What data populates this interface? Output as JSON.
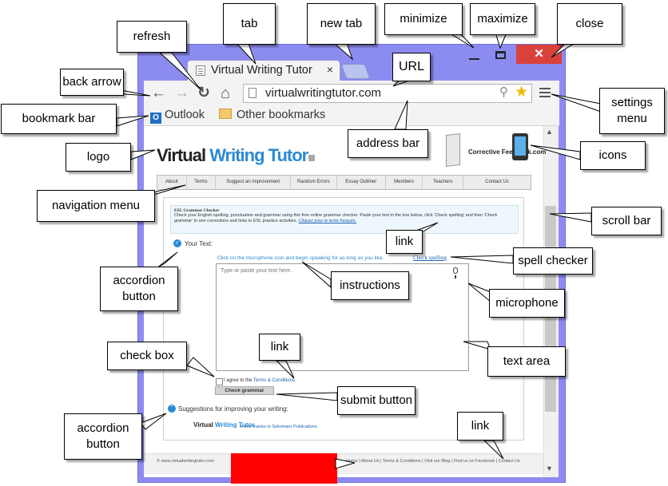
{
  "browser": {
    "tab_title": "Virtual Writing Tutor",
    "tab_close": "×",
    "close_glyph": "✕",
    "url": "virtualwritingtutor.com",
    "nav": {
      "back": "←",
      "forward": "→",
      "refresh": "↻",
      "home": "⌂"
    },
    "bookmarks": {
      "outlook": "Outlook",
      "other": "Other bookmarks",
      "outlook_icon_letter": "O"
    }
  },
  "site": {
    "logo_part1": "Virtual ",
    "logo_part2": "Writing Tutor",
    "corrective_feedback": "Corrective Feedback.com",
    "nav_items": [
      "About",
      "Terms",
      "Suggest an improvement",
      "Random Errors",
      "Essay Outliner",
      "Members",
      "Teachers",
      "Contact Us"
    ],
    "info_title": "ESL Grammar Checker",
    "info_text": "Check your English spelling, punctuation and grammar using this free online grammar checker. Paste your text in the box below, click 'Check spelling' and then 'Check grammar' to see corrections and links to ESL practice activities.",
    "info_link": "Cliquez pour le texte français.",
    "your_text_label": "Your Text:",
    "mic_instructions": "Click on the microphone icon and begin speaking for as long as you like.",
    "check_spelling": "Check spelling",
    "textarea_placeholder": "Type or paste your text here.",
    "agree_prefix": "I agree to the",
    "agree_link": "Terms & Conditions",
    "submit": "Check grammar",
    "suggestions_label": "Suggestions for improving your writing:",
    "suggestions_logo_a": "Virtual ",
    "suggestions_logo_b": "Writing Tutor",
    "suggestions_text": "is free thanks to Sokomaru Publications.",
    "footer_left": "© www.virtualwritingtutor.com",
    "footer_right": "Home | About Us | Terms & Conditions | Visit our Blog | Find us on Facebook | Contact Us"
  },
  "callouts": {
    "tab": "tab",
    "new_tab": "new tab",
    "minimize": "minimize",
    "maximize": "maximize",
    "close": "close",
    "refresh": "refresh",
    "back_arrow": "back arrow",
    "url": "URL",
    "settings_menu": "settings menu",
    "bookmark_bar": "bookmark bar",
    "address_bar": "address bar",
    "logo": "logo",
    "icons": "icons",
    "navigation_menu": "navigation menu",
    "scroll_bar": "scroll bar",
    "link_info": "link",
    "spell_checker": "spell checker",
    "accordion_button_1": "accordion button",
    "instructions": "instructions",
    "microphone": "microphone",
    "check_box": "check box",
    "link_terms": "link",
    "text_area": "text area",
    "submit_button": "submit button",
    "accordion_button_2": "accordion button",
    "link_footer": "link"
  },
  "colors": {
    "window": "#8c8cf0",
    "close_button": "#d9423b",
    "brand_blue": "#2a8ad3",
    "redaction": "#ff0000"
  }
}
